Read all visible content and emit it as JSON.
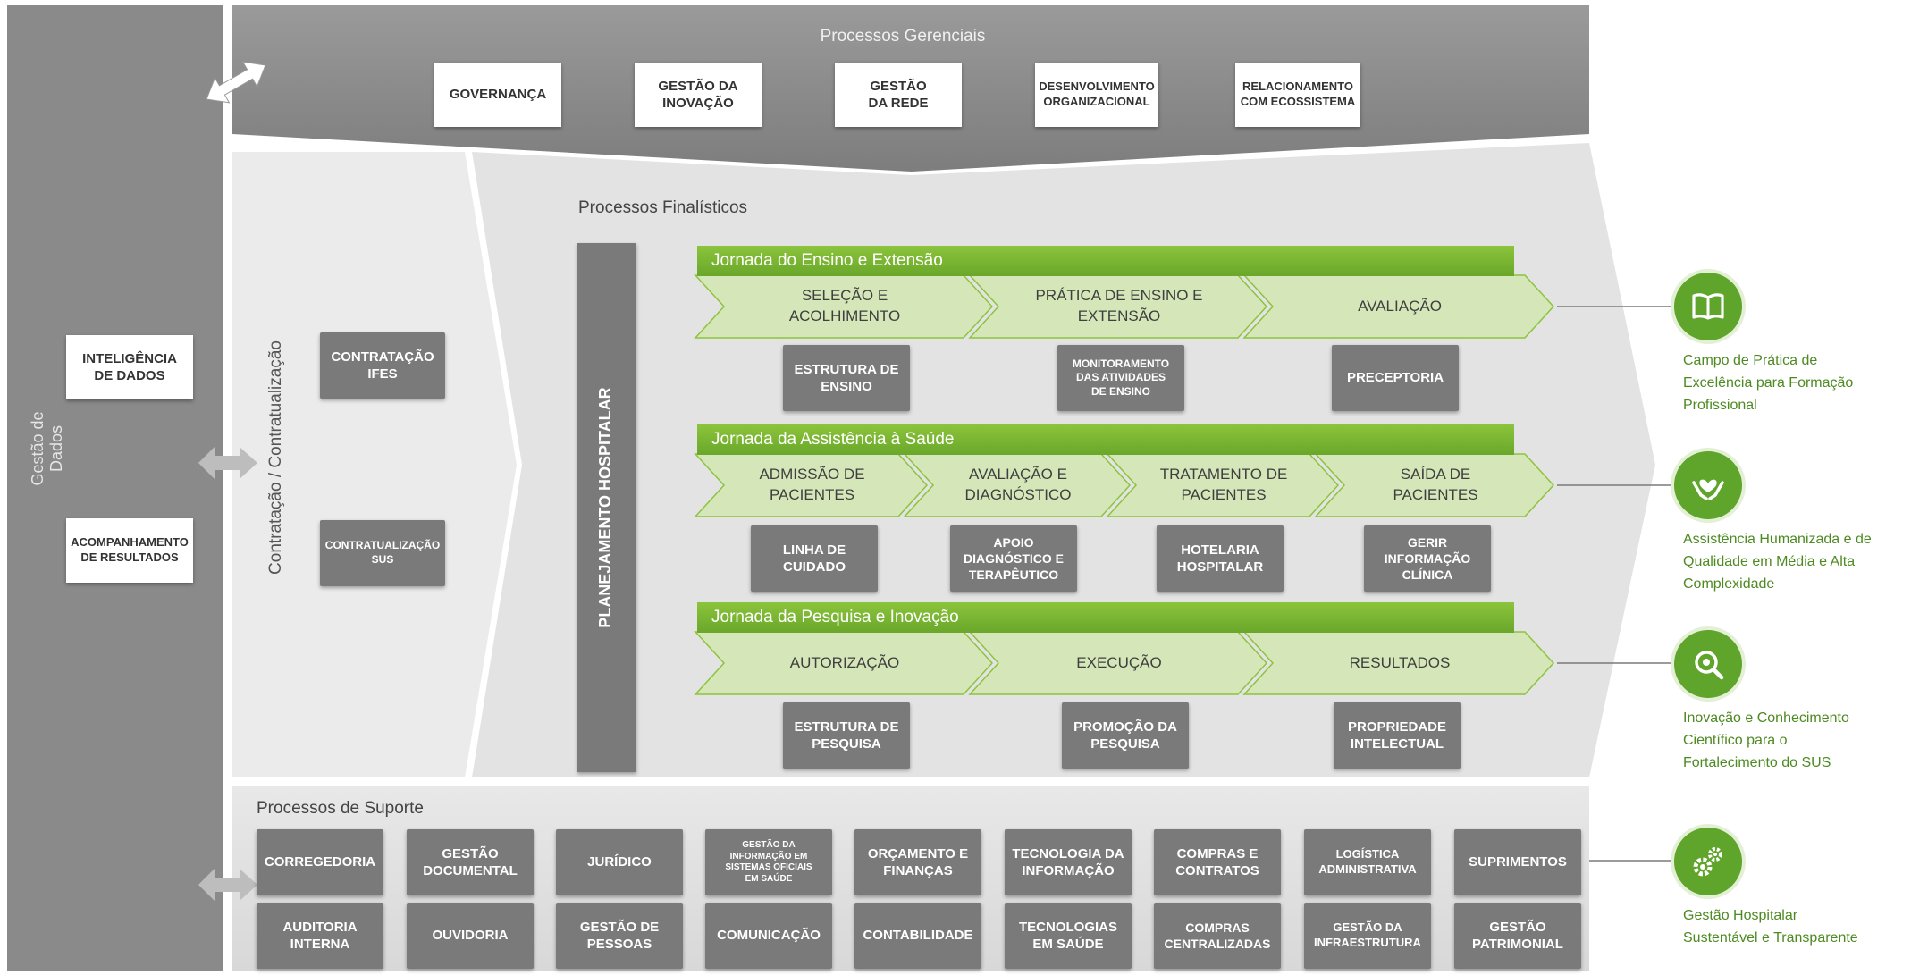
{
  "left_band": {
    "label": "Gestão de Dados"
  },
  "left_boxes": [
    {
      "label": "INTELIGÊNCIA\nDE DADOS"
    },
    {
      "label": "ACOMPANHAMENTO\nDE RESULTADOS"
    }
  ],
  "gerenciais": {
    "title": "Processos Gerenciais",
    "items": [
      {
        "label": "GOVERNANÇA"
      },
      {
        "label": "GESTÃO DA\nINOVAÇÃO"
      },
      {
        "label": "GESTÃO\nDA REDE"
      },
      {
        "label": "DESENVOLVIMENTO\nORGANIZACIONAL"
      },
      {
        "label": "RELACIONAMENTO\nCOM ECOSSISTEMA"
      }
    ]
  },
  "contratacao": {
    "vertical_label": "Contratação / Contratualização",
    "items": [
      {
        "label": "CONTRATAÇÃO\nIFES"
      },
      {
        "label": "CONTRATUALIZAÇÃO\nSUS"
      }
    ]
  },
  "finalisticos": {
    "title": "Processos Finalísticos",
    "planejamento": "PLANEJAMENTO HOSPITALAR",
    "jornadas": [
      {
        "title": "Jornada do Ensino e Extensão",
        "steps": [
          "SELEÇÃO E\nACOLHIMENTO",
          "PRÁTICA DE ENSINO E\nEXTENSÃO",
          "AVALIAÇÃO"
        ],
        "boxes": [
          "ESTRUTURA DE\nENSINO",
          "MONITORAMENTO\nDAS ATIVIDADES\nDE ENSINO",
          "PRECEPTORIA"
        ]
      },
      {
        "title": "Jornada da Assistência à Saúde",
        "steps": [
          "ADMISSÃO DE\nPACIENTES",
          "AVALIAÇÃO E\nDIAGNÓSTICO",
          "TRATAMENTO DE\nPACIENTES",
          "SAÍDA DE\nPACIENTES"
        ],
        "boxes": [
          "LINHA DE\nCUIDADO",
          "APOIO\nDIAGNÓSTICO E\nTERAPÊUTICO",
          "HOTELARIA\nHOSPITALAR",
          "GERIR\nINFORMAÇÃO\nCLÍNICA"
        ]
      },
      {
        "title": "Jornada da Pesquisa e Inovação",
        "steps": [
          "AUTORIZAÇÃO",
          "EXECUÇÃO",
          "RESULTADOS"
        ],
        "boxes": [
          "ESTRUTURA DE\nPESQUISA",
          "PROMOÇÃO DA\nPESQUISA",
          "PROPRIEDADE\nINTELECTUAL"
        ]
      }
    ]
  },
  "suporte": {
    "title": "Processos de Suporte",
    "row1": [
      "CORREGEDORIA",
      "GESTÃO\nDOCUMENTAL",
      "JURÍDICO",
      "GESTÃO DA\nINFORMAÇÃO EM\nSISTEMAS OFICIAIS\nEM SAÚDE",
      "ORÇAMENTO E\nFINANÇAS",
      "TECNOLOGIA DA\nINFORMAÇÃO",
      "COMPRAS E\nCONTRATOS",
      "LOGÍSTICA\nADMINISTRATIVA",
      "SUPRIMENTOS"
    ],
    "row2": [
      "AUDITORIA\nINTERNA",
      "OUVIDORIA",
      "GESTÃO DE\nPESSOAS",
      "COMUNICAÇÃO",
      "CONTABILIDADE",
      "TECNOLOGIAS\nEM SAÚDE",
      "COMPRAS\nCENTRALIZADAS",
      "GESTÃO DA\nINFRAESTRUTURA",
      "GESTÃO\nPATRIMONIAL"
    ]
  },
  "outcomes": [
    {
      "icon": "book-icon",
      "label": "Campo de Prática de\nExcelência para Formação\nProfissional"
    },
    {
      "icon": "heart-hands-icon",
      "label": "Assistência Humanizada e de\nQualidade em Média e Alta\nComplexidade"
    },
    {
      "icon": "magnifier-gear-icon",
      "label": "Inovação e Conhecimento\nCientífico para o\nFortalecimento do SUS"
    },
    {
      "icon": "gears-icon",
      "label": "Gestão Hospitalar\nSustentável e Transparente"
    }
  ],
  "colors": {
    "green": "#6aa72a",
    "dark_gray": "#7a7a7a",
    "panel_gray": "#8c8c8c",
    "light_gray": "#e6e6e6",
    "outcome_text": "#4d8a21"
  }
}
